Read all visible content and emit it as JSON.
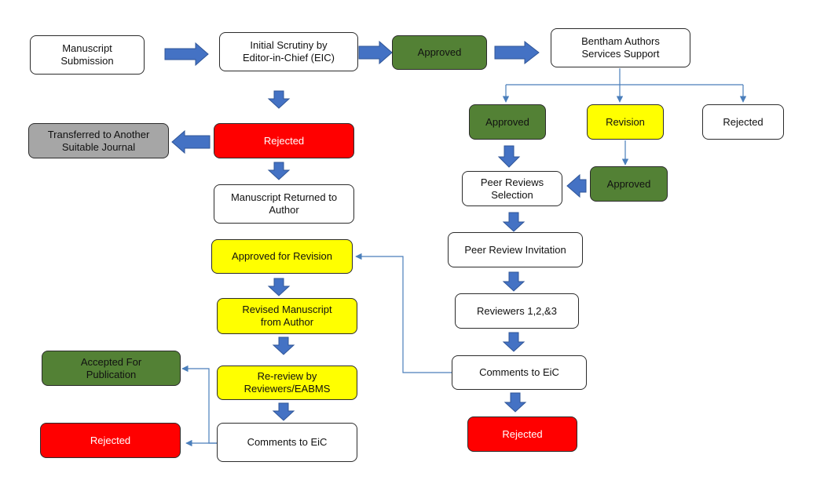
{
  "nodes": {
    "submission": "Manuscript\nSubmission",
    "initial_scrutiny": "Initial Scrutiny by\nEditor-in-Chief  (EIC)",
    "approved_top": "Approved",
    "bentham_support": "Bentham Authors\nServices Support",
    "approved_right": "Approved",
    "revision_right": "Revision",
    "rejected_right": "Rejected",
    "approved_right_2": "Approved",
    "peer_selection": "Peer Reviews\nSelection",
    "peer_invitation": "Peer Review  Invitation",
    "reviewers": "Reviewers  1,2,&3",
    "comments_right": "Comments to EiC",
    "rejected_bottom_right": "Rejected",
    "rejected_mid": "Rejected",
    "transferred": "Transferred  to Another\nSuitable Journal",
    "returned": "Manuscript Returned to\nAuthor",
    "approved_revision": "Approved  for Revision",
    "revised_manuscript": "Revised  Manuscript\nfrom Author",
    "re_review": "Re-review  by\nReviewers/EABMS",
    "comments_left": "Comments to EiC",
    "accepted": "Accepted For\nPublication",
    "rejected_bottom_left": "Rejected"
  },
  "colors": {
    "box_green": "#538135",
    "box_yellow": "#ffff00",
    "box_red": "#ff0000",
    "box_gray": "#a6a6a6",
    "arrow_blue": "#4472c4",
    "connector_blue": "#4a7ebb"
  }
}
